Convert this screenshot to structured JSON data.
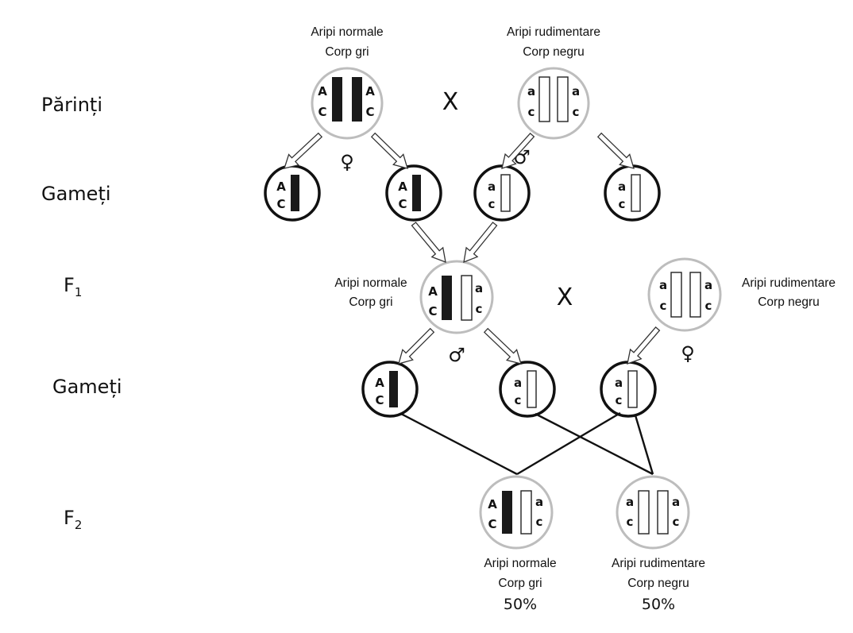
{
  "rows": {
    "parents": "Părinți",
    "gametes1": "Gameți",
    "f1_main": "F",
    "f1_sub": "1",
    "gametes2": "Gameți",
    "f2_main": "F",
    "f2_sub": "2"
  },
  "symbols": {
    "cross": "X",
    "female": "♀",
    "male": "♂"
  },
  "alleles": {
    "dominant_wing": "A",
    "dominant_body": "C",
    "recessive_wing": "a",
    "recessive_body": "c"
  },
  "phenotypes": {
    "normal_wings": "Aripi normale",
    "gray_body": "Corp gri",
    "vestigial_wings": "Aripi rudimentare",
    "black_body": "Corp negru"
  },
  "offspring": {
    "normal_percent": "50%",
    "vestigial_percent": "50%"
  }
}
